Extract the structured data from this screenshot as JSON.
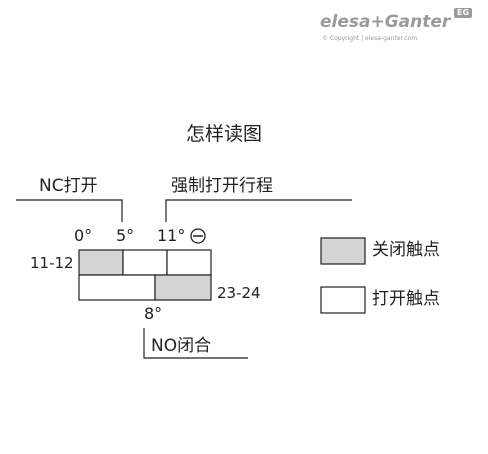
{
  "logo": {
    "brand": "elesa+Ganter",
    "badge": "EG",
    "copyright": "© Copyright | elesa-ganter.com"
  },
  "title": "怎样读图",
  "labels": {
    "nc_open": "NC打开",
    "forced_travel": "强制打开行程",
    "deg_0": "0°",
    "deg_5": "5°",
    "deg_11": "11°",
    "deg_8": "8°",
    "row1": "11-12",
    "row2": "23-24",
    "no_closed": "NO闭合"
  },
  "legend": {
    "closed_label": "关闭触点",
    "open_label": "打开触点"
  },
  "colors": {
    "closed_fill": "#d4d4d4",
    "open_fill": "#ffffff",
    "line": "#222222",
    "logo_gray": "#9a9a9a"
  }
}
